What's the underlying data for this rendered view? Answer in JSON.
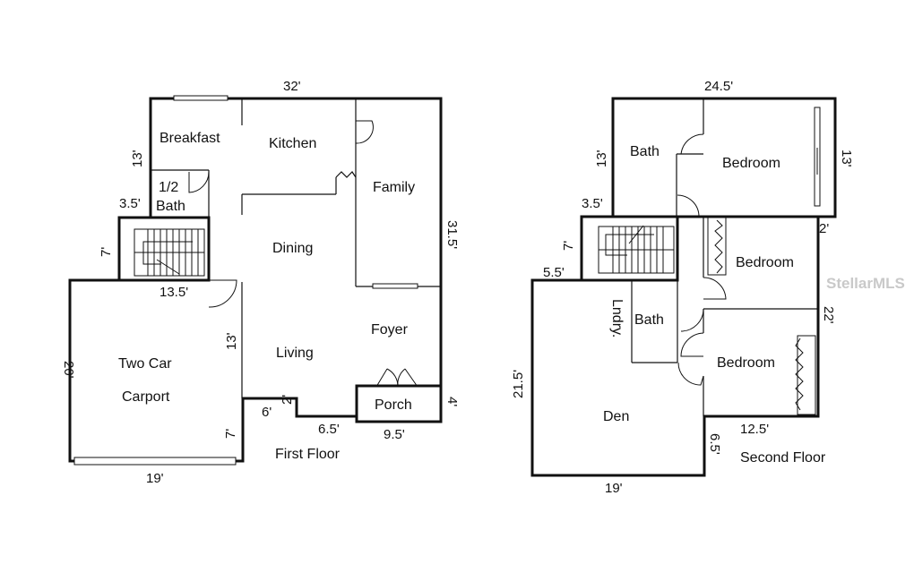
{
  "first_floor": {
    "caption": "First Floor",
    "rooms": {
      "breakfast": "Breakfast",
      "kitchen": "Kitchen",
      "family": "Family",
      "half_bath_1": "1/2",
      "half_bath_2": "Bath",
      "dining": "Dining",
      "living": "Living",
      "foyer": "Foyer",
      "porch": "Porch",
      "carport_1": "Two Car",
      "carport_2": "Carport"
    },
    "dims": {
      "top": "32'",
      "left_13": "13'",
      "bath_35": "3.5'",
      "stair_7": "7'",
      "right_315": "31.5'",
      "stair_135": "13.5'",
      "carport_20": "20'",
      "living_13": "13'",
      "carport_7": "7'",
      "carport_19": "19'",
      "step_6": "6'",
      "step_2": "2'",
      "step_65": "6.5'",
      "porch_95": "9.5'",
      "porch_4": "4'"
    }
  },
  "second_floor": {
    "caption": "Second Floor",
    "rooms": {
      "bath_top": "Bath",
      "bedroom_1": "Bedroom",
      "bedroom_2": "Bedroom",
      "bedroom_3": "Bedroom",
      "laundry": "Lndry.",
      "bath_mid": "Bath",
      "den": "Den"
    },
    "dims": {
      "top": "24.5'",
      "left_13": "13'",
      "right_13": "13'",
      "bath_35": "3.5'",
      "stair_7": "7'",
      "ledge_55": "5.5'",
      "right_2": "2'",
      "right_22": "22'",
      "den_215": "21.5'",
      "bed_125": "12.5'",
      "step_65": "6.5'",
      "den_19": "19'"
    }
  },
  "watermark": "StellarMLS"
}
